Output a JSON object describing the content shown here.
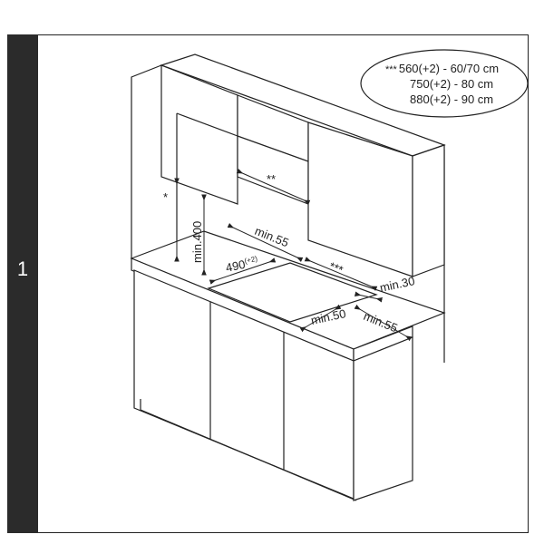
{
  "step_number": "1",
  "legend": {
    "line1_prefix": "***",
    "line1": "560(+2) - 60/70 cm",
    "line2": "750(+2) - 80 cm",
    "line3": "880(+2) - 90 cm"
  },
  "labels": {
    "asterisk": "*",
    "double_asterisk": "**",
    "triple_asterisk": "***",
    "min400": "min.400",
    "min55_back": "min.55",
    "cutout": "490",
    "cutout_tol": "(+2)",
    "min30": "min.30",
    "min50": "min.50",
    "min55_front": "min.55"
  }
}
